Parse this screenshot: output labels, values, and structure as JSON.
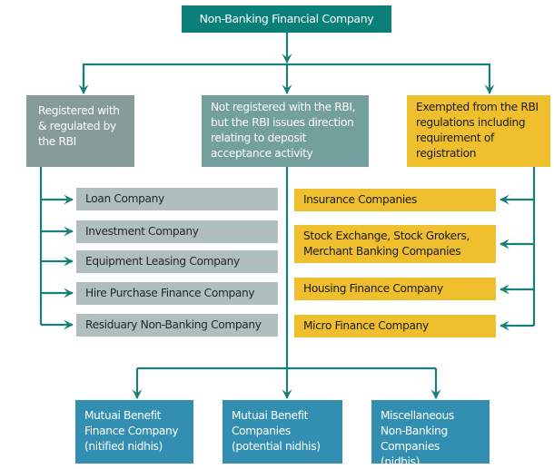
{
  "colors": {
    "line": "#1a7f7a",
    "root": "#0a8079",
    "registered": "#869c99",
    "not_registered": "#739f9d",
    "exempted": "#f0bf2e",
    "list_grey": "#b0bebe",
    "nidhi": "#338fb1"
  },
  "root": "Non-Banking Financial Company",
  "categories": [
    "Registered with & regulated by the RBI",
    "Not registered with the RBI, but the RBI issues direction relating to deposit acceptance activity",
    "Exempted from the RBI regulations including requirement of registration"
  ],
  "registered_types": [
    "Loan Company",
    "Investment Company",
    "Equipment Leasing Company",
    "Hire Purchase Finance Company",
    "Residuary Non-Banking Company"
  ],
  "exempted_types": [
    "Insurance Companies",
    "Stock Exchange, Stock Grokers, Merchant Banking Companies",
    "Housing Finance Company",
    "Micro Finance Company"
  ],
  "not_registered_types": [
    "Mutuai Benefit Finance Company (nitified nidhis)",
    "Mutuai Benefit Companies (potential nidhis)",
    "Miscellaneous Non-Banking Companies (nidhis)"
  ]
}
